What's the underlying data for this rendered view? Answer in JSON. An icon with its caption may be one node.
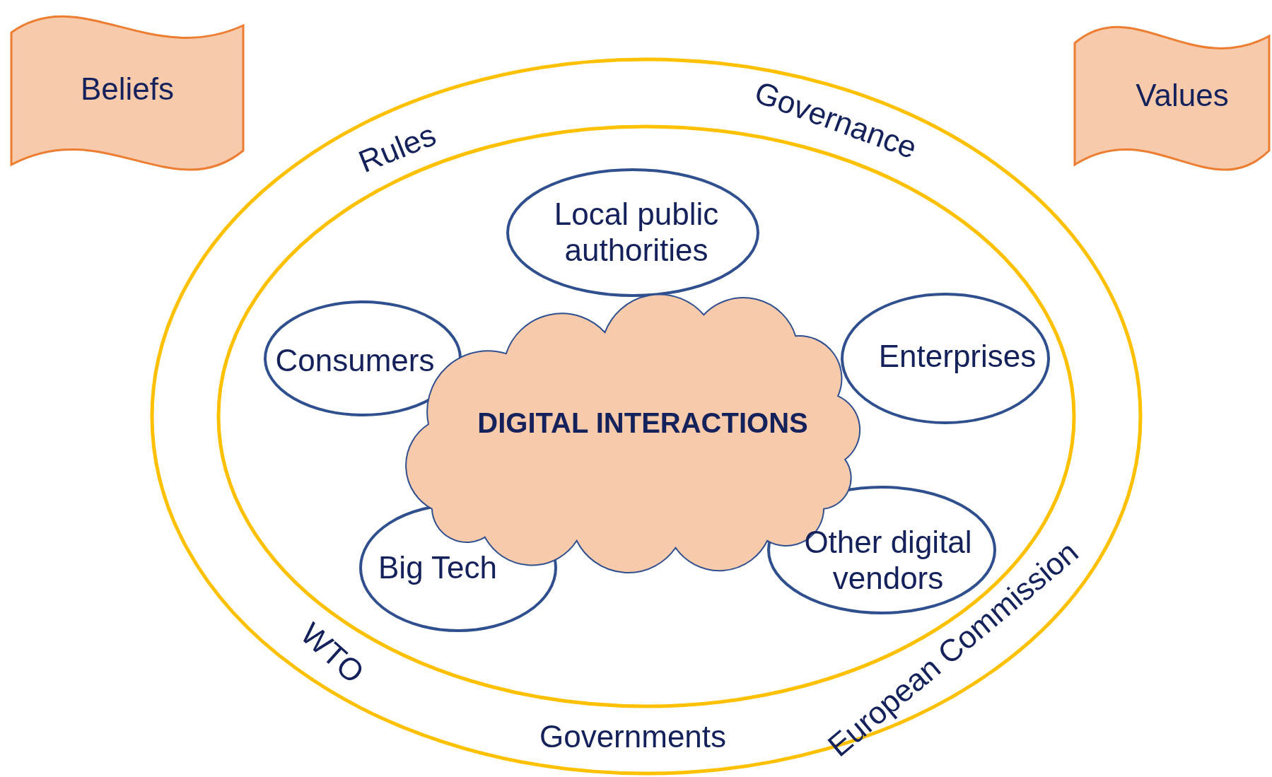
{
  "diagram": {
    "nodes": [
      {
        "text": [
          "Beliefs"
        ]
      },
      {
        "text": [
          "Values"
        ]
      },
      {
        "text": [
          "Rules",
          "Governance",
          "WTO",
          "Governments",
          "European Commission"
        ]
      },
      {
        "text": [],
        "shape": "ellipse",
        "in": 2
      },
      {
        "text": [
          "Local public authorities"
        ],
        "in": 3
      },
      {
        "text": [
          "Consumers"
        ],
        "in": 3
      },
      {
        "text": [
          "Enterprises"
        ],
        "in": 3
      },
      {
        "text": [
          "DIGITAL INTERACTIONS"
        ],
        "in": 3
      },
      {
        "text": [
          "Big Tech"
        ],
        "in": 3
      },
      {
        "text": [
          "Other digital vendors"
        ],
        "in": 3
      }
    ]
  }
}
